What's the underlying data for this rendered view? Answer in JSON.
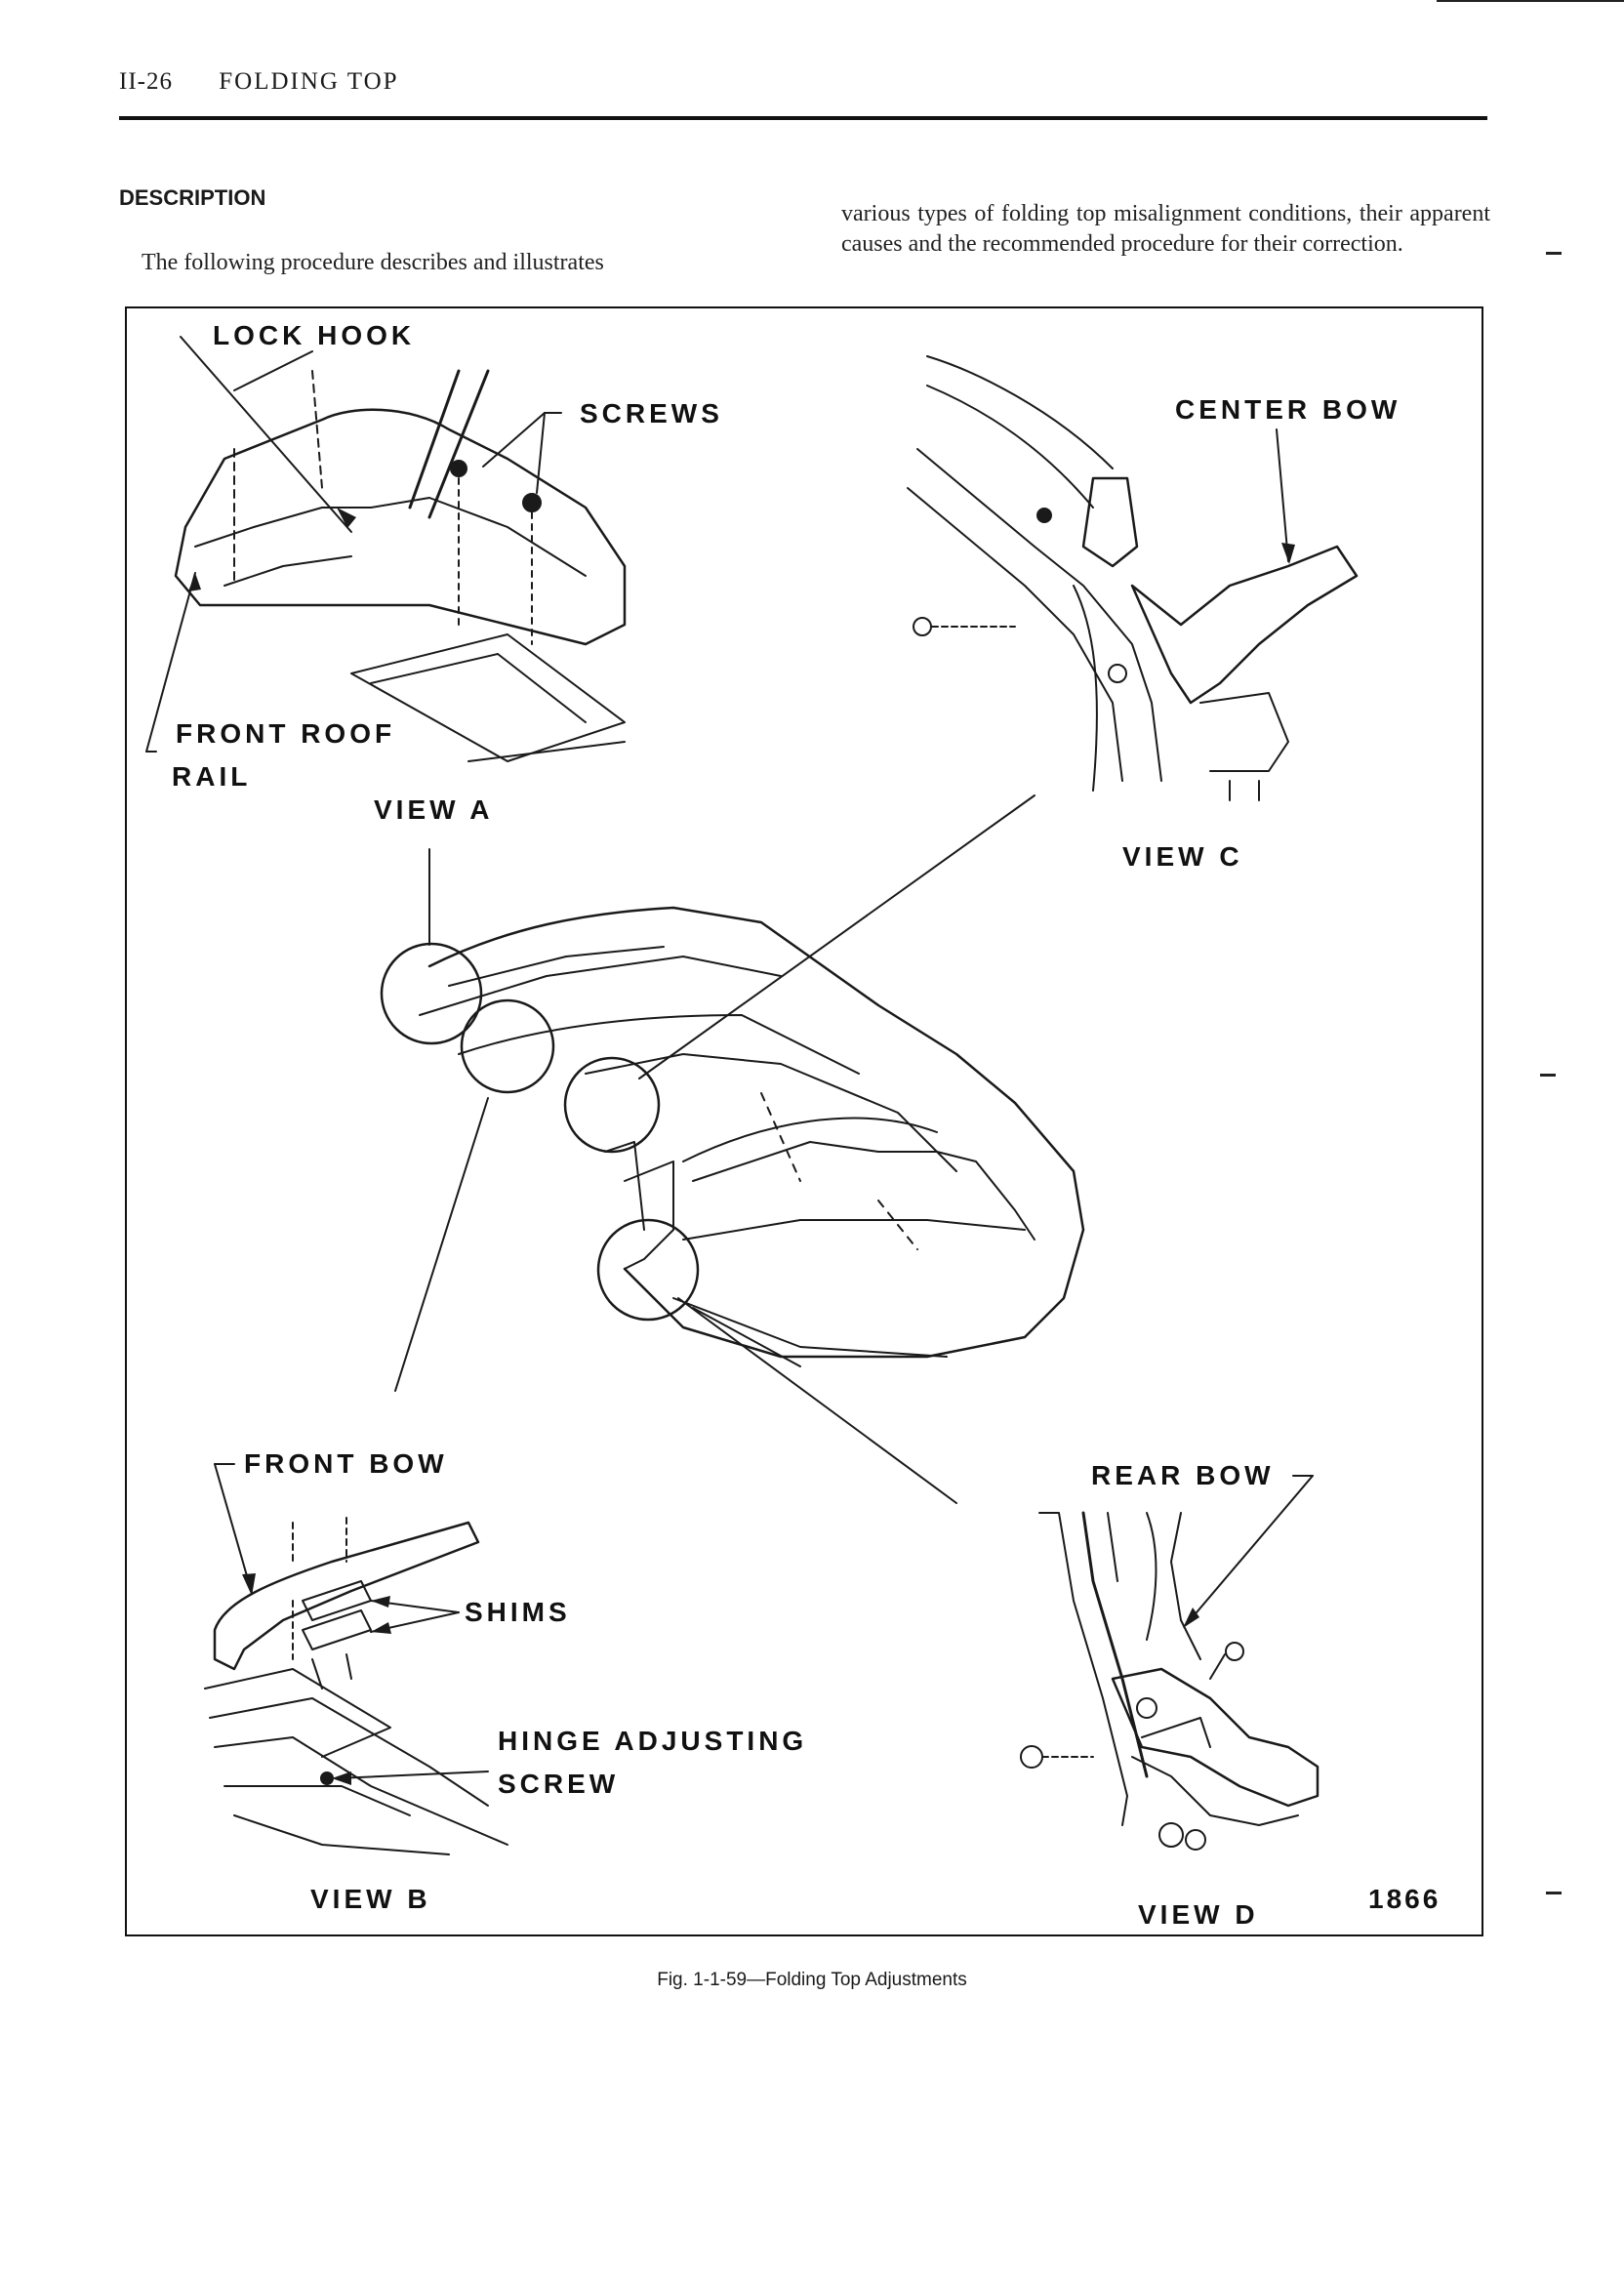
{
  "header": {
    "page_number": "II-26",
    "section_title": "FOLDING TOP"
  },
  "description": {
    "heading": "DESCRIPTION",
    "left_text": "The following procedure describes and illustrates",
    "right_text": "various types of folding top misalignment conditions, their apparent causes and the recommended procedure for their correction."
  },
  "figure": {
    "labels": {
      "lock_hook": "LOCK HOOK",
      "screws": "SCREWS",
      "front_roof_rail_line1": "FRONT ROOF",
      "front_roof_rail_line2": "RAIL",
      "view_a": "VIEW A",
      "center_bow": "CENTER BOW",
      "view_c": "VIEW C",
      "front_bow": "FRONT BOW",
      "shims": "SHIMS",
      "hinge_adjusting_line1": "HINGE ADJUSTING",
      "hinge_adjusting_line2": "SCREW",
      "view_b": "VIEW B",
      "rear_bow": "REAR BOW",
      "view_d": "VIEW D",
      "figure_number": "1866"
    },
    "caption": "Fig. 1-1-59—Folding Top Adjustments"
  },
  "colors": {
    "ink": "#111111",
    "paper": "#ffffff"
  }
}
